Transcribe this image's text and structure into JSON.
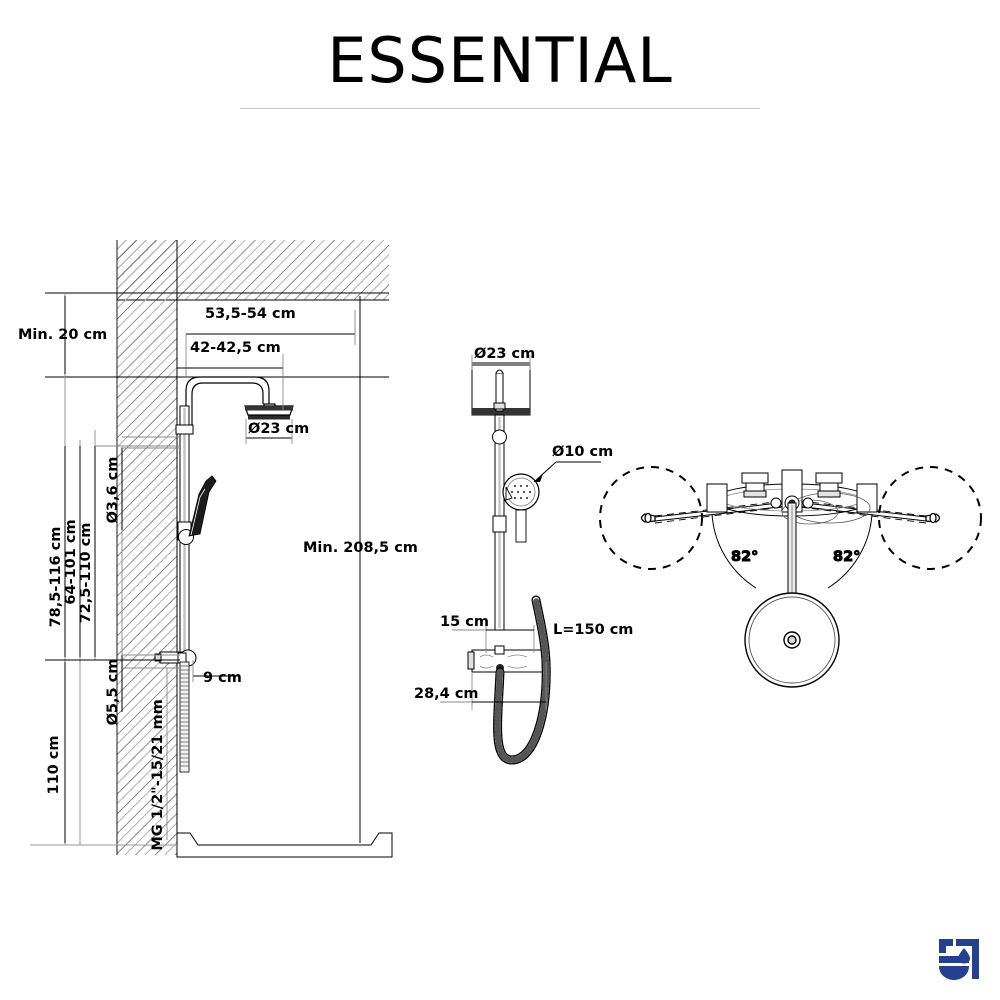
{
  "header": {
    "title": "ESSENTIAL"
  },
  "views": {
    "front": {
      "name": "front-elevation-view",
      "dimensions": {
        "min_ceiling": "Min. 20 cm",
        "arm_total": "53,5-54 cm",
        "arm_reach": "42-42,5 cm",
        "head_diameter": "Ø23 cm",
        "rail_upper": "78,5-116 cm",
        "rail_mid": "64-101 cm",
        "rail_lower": "72,5-110 cm",
        "tube_diameter": "Ø3,6 cm",
        "escutcheon_diameter": "Ø5,5 cm",
        "mixer_height": "110 cm",
        "total_height": "Min. 208,5 cm",
        "projection": "9 cm",
        "connection": "MG 1/2\"-15/21 mm"
      }
    },
    "side": {
      "name": "side-elevation-view",
      "dimensions": {
        "head_diameter": "Ø23 cm",
        "hand_shower_diameter": "Ø10 cm",
        "bar_width": "15 cm",
        "hose_length": "L=150 cm",
        "base_depth": "28,4 cm"
      }
    },
    "top": {
      "name": "top-plan-view",
      "dimensions": {
        "swivel_left": "82°",
        "swivel_right": "82°"
      }
    }
  },
  "logo": {
    "name": "brand-logo",
    "color": "#25408f"
  },
  "colors": {
    "line": "#000000",
    "hatch": "#4d4d4d",
    "hatch_light": "#a8a8a8",
    "dimension": "#7a7a7a",
    "rule": "#c9c9c9"
  }
}
